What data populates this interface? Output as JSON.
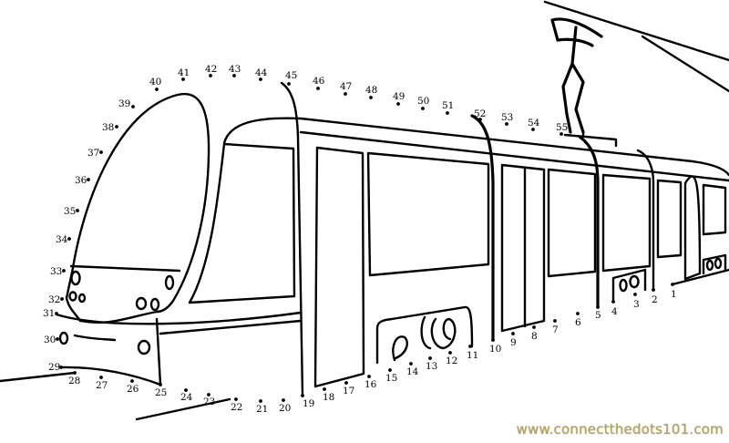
{
  "worksheet": {
    "dot_labels": [
      "1",
      "2",
      "3",
      "4",
      "5",
      "6",
      "7",
      "8",
      "9",
      "10",
      "11",
      "12",
      "13",
      "14",
      "15",
      "16",
      "17",
      "18",
      "19",
      "20",
      "21",
      "22",
      "23",
      "24",
      "25",
      "26",
      "27",
      "28",
      "29",
      "30",
      "31",
      "32",
      "33",
      "34",
      "35",
      "36",
      "37",
      "38",
      "39",
      "40",
      "41",
      "42",
      "43",
      "44",
      "45",
      "46",
      "47",
      "48",
      "49",
      "50",
      "51",
      "52",
      "53",
      "54",
      "55"
    ],
    "subject_icon": "tram-outline",
    "watermark": "www.connectthedots101.com",
    "watermark_color": "#b5a566"
  }
}
